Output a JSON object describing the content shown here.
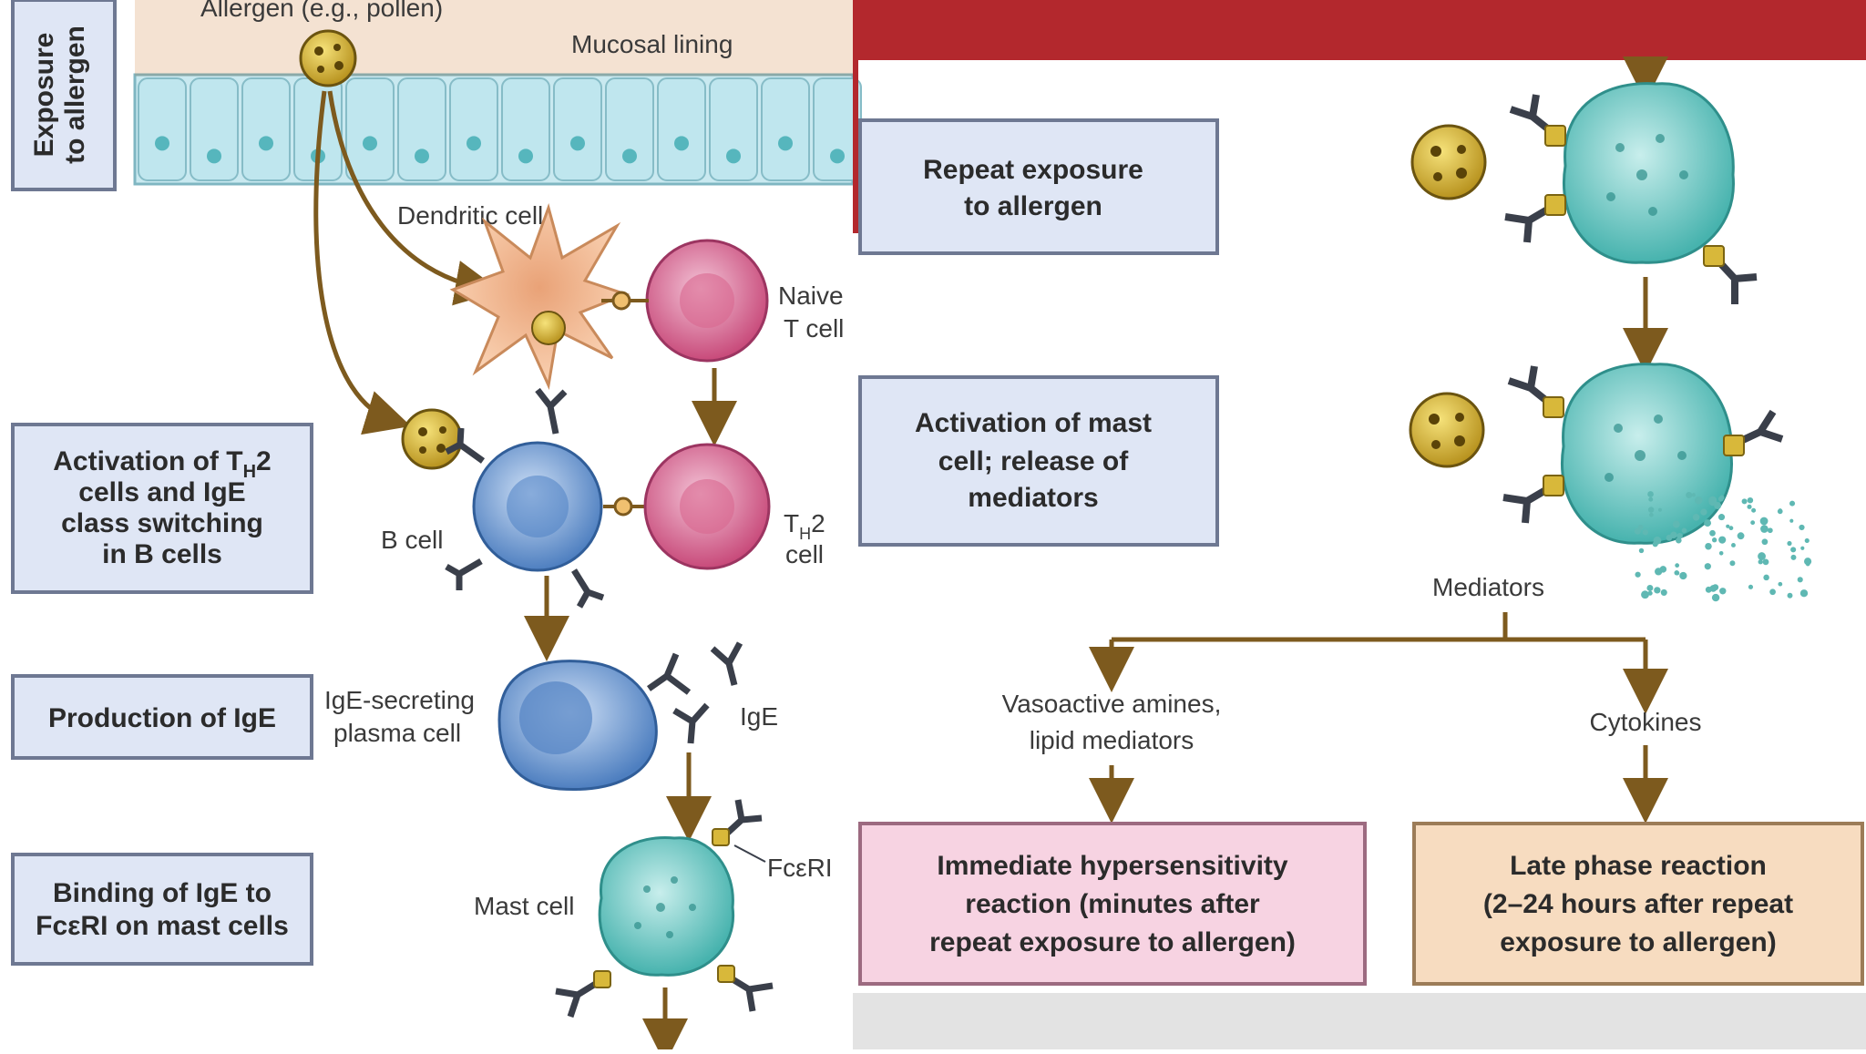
{
  "left_panel": {
    "vertical_label_line1": "Exposure",
    "vertical_label_line2": "to allergen",
    "allergen_label": "Allergen (e.g., pollen)",
    "mucosal_label": "Mucosal lining",
    "dendritic_label": "Dendritic cell",
    "naive_t_line1": "Naive",
    "naive_t_line2": "T cell",
    "b_cell_label": "B cell",
    "th2_line1": "T",
    "th2_sub": "H",
    "th2_line1_suffix": "2",
    "th2_line2": "cell",
    "plasma_line1": "IgE-secreting",
    "plasma_line2": "plasma cell",
    "ige_label": "IgE",
    "fceri_label": "FcεRI",
    "mast_label": "Mast cell",
    "steps": {
      "activation": {
        "line1_prefix": "Activation of T",
        "line1_sub": "H",
        "line1_suffix": "2",
        "line2": "cells and IgE",
        "line3": "class switching",
        "line4": "in B cells"
      },
      "production": {
        "line1": "Production of IgE"
      },
      "binding": {
        "line1": "Binding of IgE to",
        "line2": "FcεRI on mast cells"
      }
    }
  },
  "right_panel": {
    "steps": {
      "repeat": {
        "line1": "Repeat exposure",
        "line2": "to allergen"
      },
      "activation_mast": {
        "line1": "Activation of mast",
        "line2": "cell; release of",
        "line3": "mediators"
      }
    },
    "mediators_label": "Mediators",
    "vasoactive_line1": "Vasoactive amines,",
    "vasoactive_line2": "lipid mediators",
    "cytokines_label": "Cytokines",
    "immediate": {
      "line1": "Immediate hypersensitivity",
      "line2": "reaction (minutes after",
      "line3": "repeat exposure to allergen)"
    },
    "late": {
      "line1": "Late phase reaction",
      "line2": "(2–24 hours after repeat",
      "line3": "exposure to allergen)"
    }
  },
  "colors": {
    "red_bar": "#b3282d",
    "step_box": "#dfe6f5",
    "immediate_box": "#f7d3e2",
    "late_box": "#f7dcc0",
    "arrow": "#7d5a1e",
    "mucosa": "#c9e9f0",
    "mast_cell": "#5fc6c2",
    "b_cell": "#6d99cf",
    "t_cell": "#d7658e",
    "dendritic": "#f3b98d",
    "allergen": "#d8b83a"
  }
}
